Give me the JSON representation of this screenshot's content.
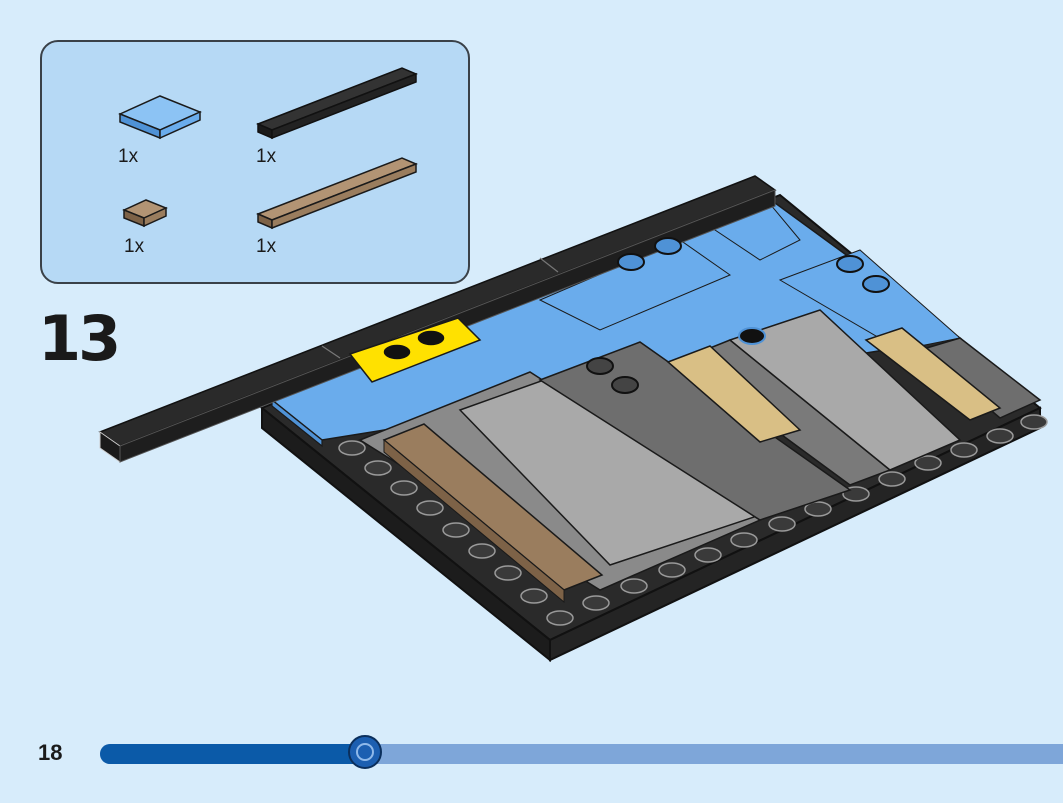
{
  "parts_list": {
    "items": [
      {
        "qty": "1x",
        "part": "tile-2x2-medium-blue",
        "color": "#6aacec"
      },
      {
        "qty": "1x",
        "part": "tile-1x8-black",
        "color": "#1e1e1e"
      },
      {
        "qty": "1x",
        "part": "tile-1x1-dark-tan",
        "color": "#9a7d5e"
      },
      {
        "qty": "1x",
        "part": "tile-1x8-dark-tan",
        "color": "#9a7d5e"
      }
    ]
  },
  "step": {
    "number": "13"
  },
  "page": {
    "number": "18"
  },
  "progress": {
    "fraction": 0.275
  },
  "colors": {
    "background": "#d7ecfb",
    "panel": "#b6d9f5",
    "medium_blue": "#6aacec",
    "black": "#1e1e1e",
    "dark_tan": "#9a7d5e",
    "tan": "#d9bf85",
    "yellow": "#ffe100",
    "light_gray": "#a9a9a9",
    "dark_gray": "#6e6e6e"
  }
}
